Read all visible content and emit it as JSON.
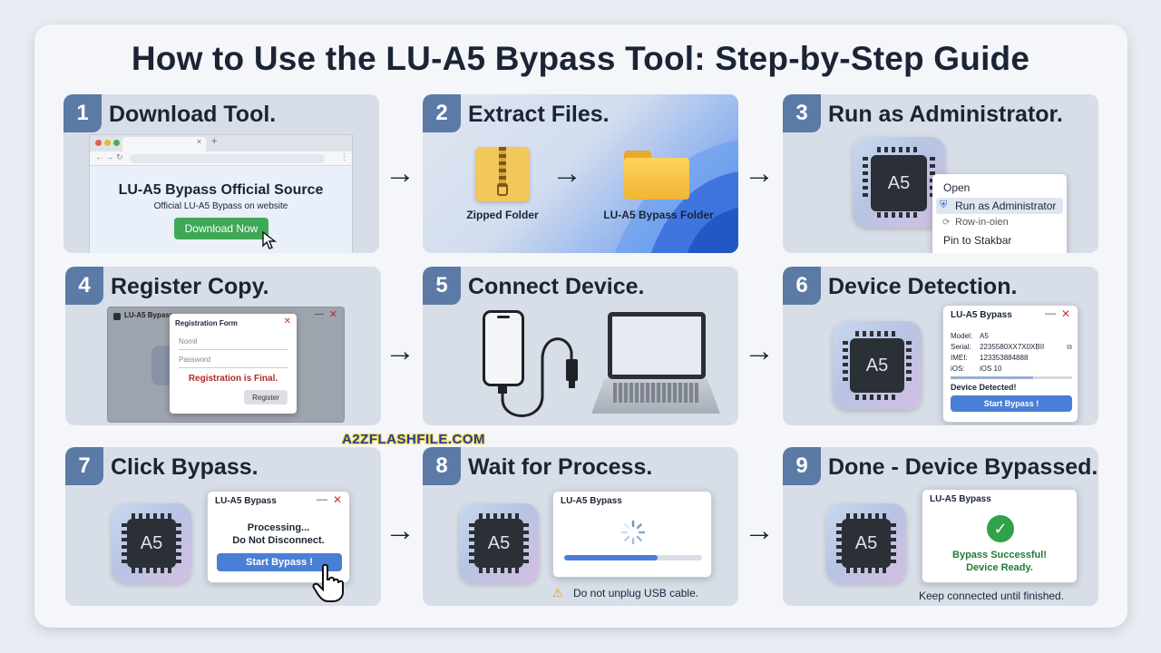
{
  "title": "How to Use the LU-A5 Bypass Tool: Step-by-Step Guide",
  "watermark": "A2ZFLASHFILE.COM",
  "chip_label": "A5",
  "arrow_glyph": "→",
  "steps": [
    {
      "num": "1",
      "title": "Download Tool."
    },
    {
      "num": "2",
      "title": "Extract Files."
    },
    {
      "num": "3",
      "title": "Run as Administrator."
    },
    {
      "num": "4",
      "title": "Register Copy."
    },
    {
      "num": "5",
      "title": "Connect Device."
    },
    {
      "num": "6",
      "title": "Device Detection."
    },
    {
      "num": "7",
      "title": "Click Bypass."
    },
    {
      "num": "8",
      "title": "Wait for Process."
    },
    {
      "num": "9",
      "title": "Done - Device Bypassed."
    }
  ],
  "step1": {
    "browser_tab_plus": "+",
    "page_heading": "LU-A5 Bypass Official Source",
    "page_sub": "Official LU-A5 Bypass on website",
    "download_button": "Download Now"
  },
  "step2": {
    "zip_label": "Zipped Folder",
    "folder_label": "LU-A5 Bypass Folder"
  },
  "step3": {
    "menu": [
      "Open",
      "Run as Administrator",
      "Row-in-oien",
      "Pin to Stakbar"
    ]
  },
  "step4": {
    "app_title": "LU-A5 Bypass",
    "form_title": "Registration Form",
    "name_placeholder": "Nomil",
    "password_placeholder": "Password",
    "message": "Registration is Final.",
    "register_button": "Register"
  },
  "step6": {
    "app_title": "LU-A5 Bypass",
    "fields": [
      {
        "label": "Model:",
        "value": "A5"
      },
      {
        "label": "Serial:",
        "value": "2235580XX7X0XBII"
      },
      {
        "label": "IMEI:",
        "value": "123353884888"
      },
      {
        "label": "iOS:",
        "value": "iOS 10"
      }
    ],
    "status": "Device Detected!",
    "start_button": "Start Bypass !"
  },
  "step7": {
    "app_title": "LU-A5 Bypass",
    "line1": "Processing...",
    "line2": "Do Not Disconnect.",
    "start_button": "Start Bypass !"
  },
  "step8": {
    "app_title": "LU-A5 Bypass",
    "progress": 0.68,
    "warning": "Do not unplug USB cable."
  },
  "step9": {
    "app_title": "LU-A5 Bypass",
    "line1": "Bypass Successful!",
    "line2": "Device Ready.",
    "note": "Keep connected until finished."
  },
  "colors": {
    "badge": "#5b7aa6",
    "button_blue": "#4a7fd6",
    "download_green": "#3fa857",
    "error_red": "#b02a2a",
    "success_green": "#2fa24a"
  }
}
